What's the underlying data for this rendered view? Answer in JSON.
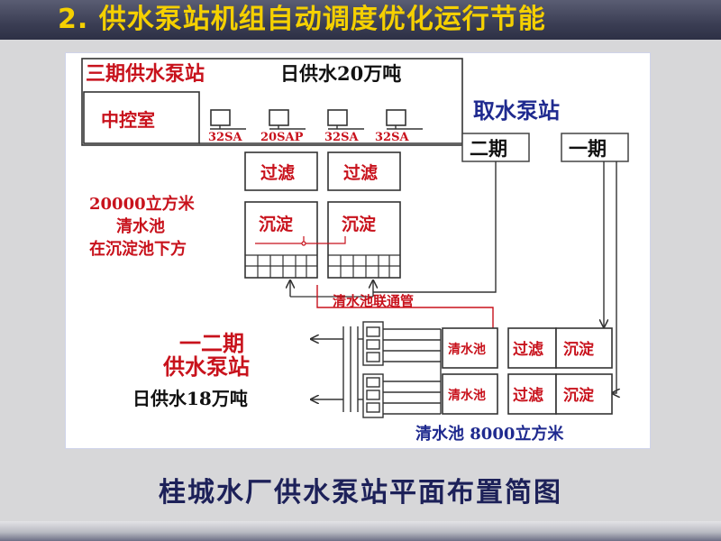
{
  "slide": {
    "title": "2. 供水泵站机组自动调度优化运行节能",
    "caption": "桂城水厂供水泵站平面布置简图"
  },
  "diagram": {
    "station3_title": "三期供水泵站",
    "station3_capacity": "日供水20万吨",
    "control_room": "中控室",
    "pumps": [
      "32SA",
      "20SAP",
      "32SA",
      "32SA"
    ],
    "intake_title": "取水泵站",
    "phase2": "二期",
    "phase1": "一期",
    "filter": "过滤",
    "sedimentation": "沉淀",
    "reservoir_note": [
      "20000立方米",
      "清水池",
      "在沉淀池下方"
    ],
    "connecting_pipe": "清水池联通管",
    "station12_title": [
      "一二期",
      "供水泵站"
    ],
    "station12_capacity": "日供水18万吨",
    "clear_pool": "清水池",
    "clear_pool_volume": "清水池 8000立方米"
  },
  "colors": {
    "header_bg": "#3b3e54",
    "title_text": "#f5d000",
    "caption_text": "#1d2159",
    "diagram_red": "#c8121c",
    "diagram_blue": "#1f2a8f"
  }
}
